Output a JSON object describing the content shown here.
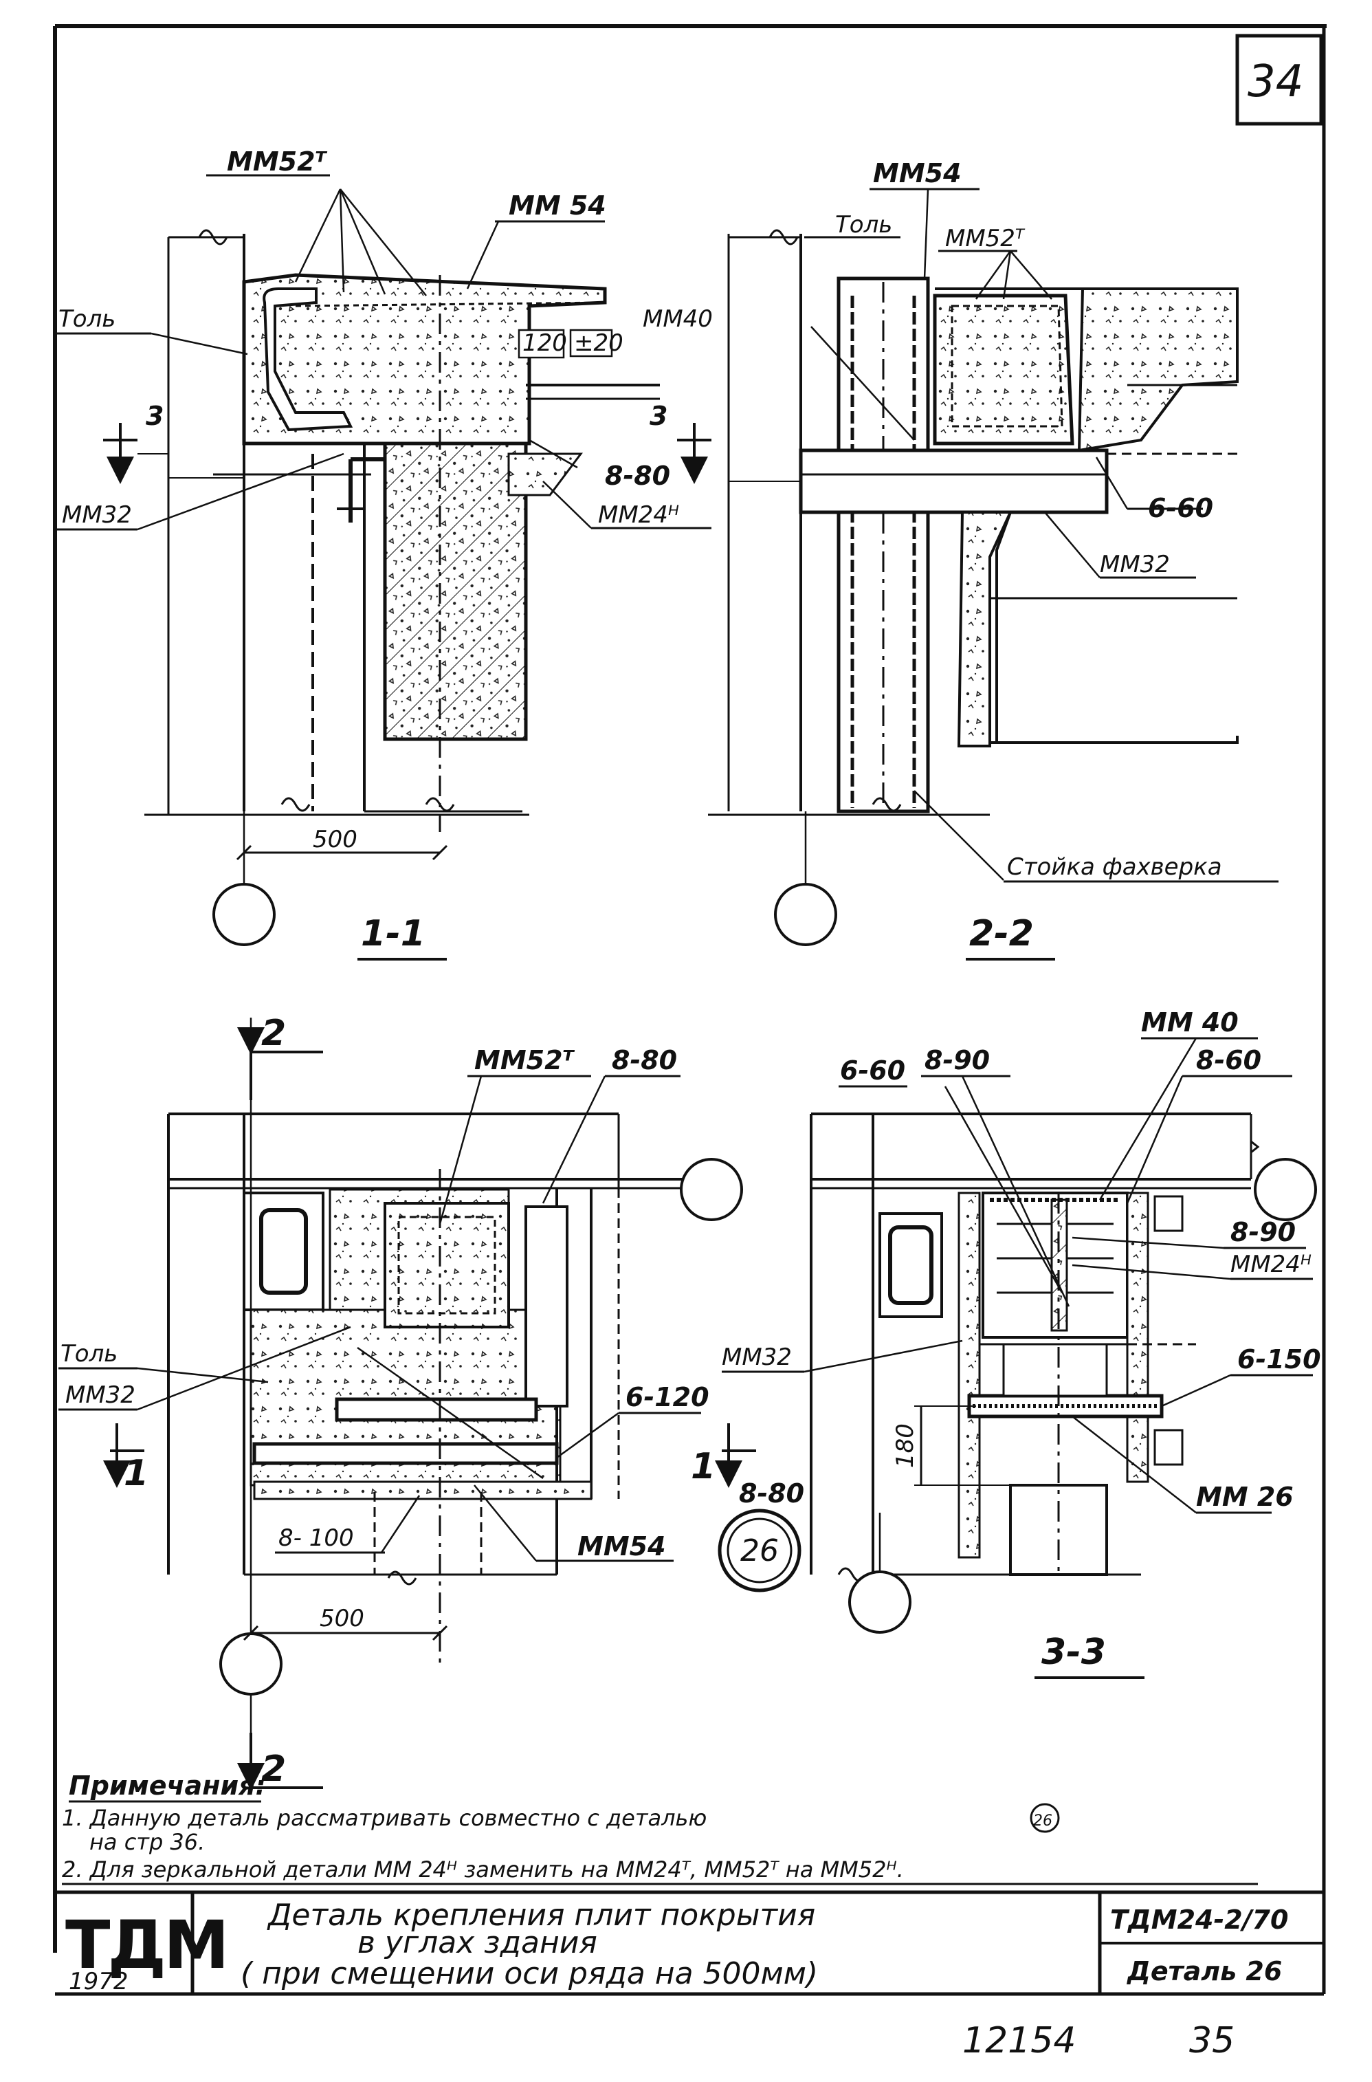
{
  "sheet": {
    "page_number": "34",
    "handwritten_numbers": [
      "12154",
      "35"
    ]
  },
  "section_1_1": {
    "caption": "1-1",
    "labels": {
      "mm52t": "ММ52ᵀ",
      "mm54": "ММ 54",
      "tol": "Толь",
      "mm40": "ММ40",
      "dim120": "120",
      "pm20": "±20",
      "marker3": "3",
      "mm32": "ММ32",
      "weld_8_80": "8-80",
      "mm24n": "ММ24ᴴ",
      "dim500": "500"
    }
  },
  "section_2_2": {
    "caption": "2-2",
    "labels": {
      "mm54": "ММ54",
      "tol": "Толь",
      "mm52t": "ММ52ᵀ",
      "weld_6_60": "6-60",
      "mm32": "ММ32",
      "post": "Стойка фахверка"
    }
  },
  "plan_1": {
    "labels": {
      "marker2": "2",
      "mm52t": "ММ52ᵀ",
      "weld_8_80": "8-80",
      "tol": "Толь",
      "mm32": "ММ32",
      "weld_6_120": "6-120",
      "marker1": "1",
      "weld_8_80b": "8-80",
      "weld_8_100": "8- 100",
      "mm54": "ММ54",
      "dim500": "500"
    }
  },
  "section_3_3": {
    "caption": "3-3",
    "detail_ref": "26",
    "labels": {
      "mm40": "ММ 40",
      "weld_8_90": "8-90",
      "weld_8_60": "8-60",
      "weld_6_60": "6-60",
      "weld_8_90b": "8-90",
      "mm24n": "ММ24ᴴ",
      "mm32": "ММ32",
      "weld_6_150": "6-150",
      "dim180": "180",
      "mm26": "ММ 26"
    }
  },
  "notes": {
    "heading": "Примечания:",
    "n1a": "1. Данную деталь рассматривать совместно с деталью",
    "n1ref": "26",
    "n1b": "на стр 36.",
    "n2": "2. Для зеркальной детали ММ 24ᴴ заменить на ММ24ᵀ, ММ52ᵀ на ММ52ᴴ."
  },
  "title_block": {
    "logo": "ТДМ",
    "year": "1972",
    "title_line1": "Деталь крепления плит покрытия",
    "title_line2": "в углах здания",
    "title_line3": "( при смещении оси ряда на 500мм)",
    "code": "ТДМ24-2/70",
    "detail": "Деталь 26"
  }
}
